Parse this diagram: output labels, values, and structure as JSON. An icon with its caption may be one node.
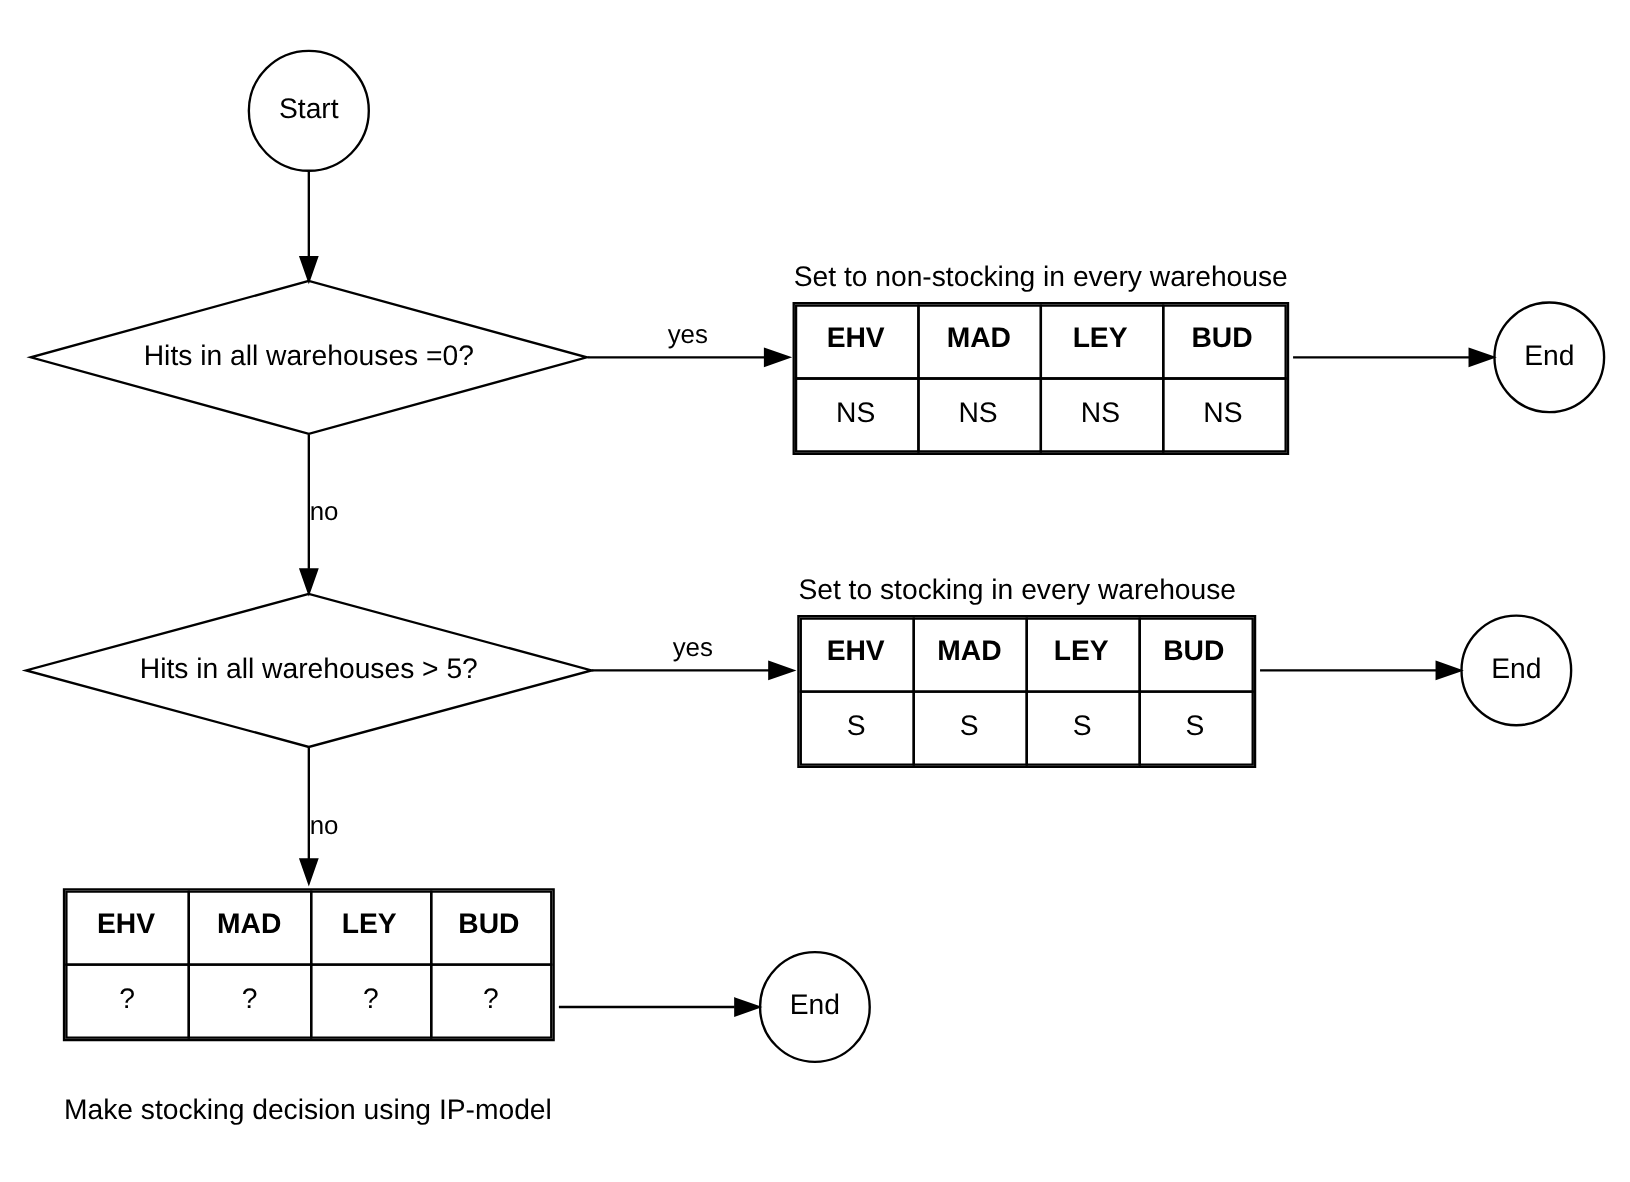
{
  "diagram": {
    "nodes": [
      {
        "text": [
          "Start"
        ]
      },
      {
        "text": [
          "Hits in all warehouses =0?"
        ]
      },
      {
        "text": [
          "Set to non-stocking in every warehouse",
          "EHV",
          "MAD",
          "LEY",
          "BUD",
          "NS",
          "NS",
          "NS",
          "NS"
        ]
      },
      {
        "text": [
          "End"
        ]
      },
      {
        "text": [
          "Hits in all warehouses > 5?"
        ]
      },
      {
        "text": [
          "Set to stocking in every warehouse",
          "EHV",
          "MAD",
          "LEY",
          "BUD",
          "S",
          "S",
          "S",
          "S"
        ]
      },
      {
        "text": [
          "End"
        ]
      },
      {
        "text": [
          "EHV",
          "MAD",
          "LEY",
          "BUD",
          "?",
          "?",
          "?",
          "?",
          "Make stocking decision using IP-model"
        ]
      },
      {
        "text": [
          "End"
        ]
      }
    ],
    "edges": [
      {
        "from": 0,
        "to": 1,
        "arrow": "to"
      },
      {
        "from": 1,
        "to": 2,
        "arrow": "to",
        "label": "yes"
      },
      {
        "from": 2,
        "to": 3,
        "arrow": "to"
      },
      {
        "from": 1,
        "to": 4,
        "arrow": "to",
        "label": "no"
      },
      {
        "from": 4,
        "to": 5,
        "arrow": "to",
        "label": "yes"
      },
      {
        "from": 5,
        "to": 6,
        "arrow": "to"
      },
      {
        "from": 4,
        "to": 7,
        "arrow": "to",
        "label": "no"
      },
      {
        "from": 7,
        "to": 8,
        "arrow": "to"
      }
    ]
  }
}
